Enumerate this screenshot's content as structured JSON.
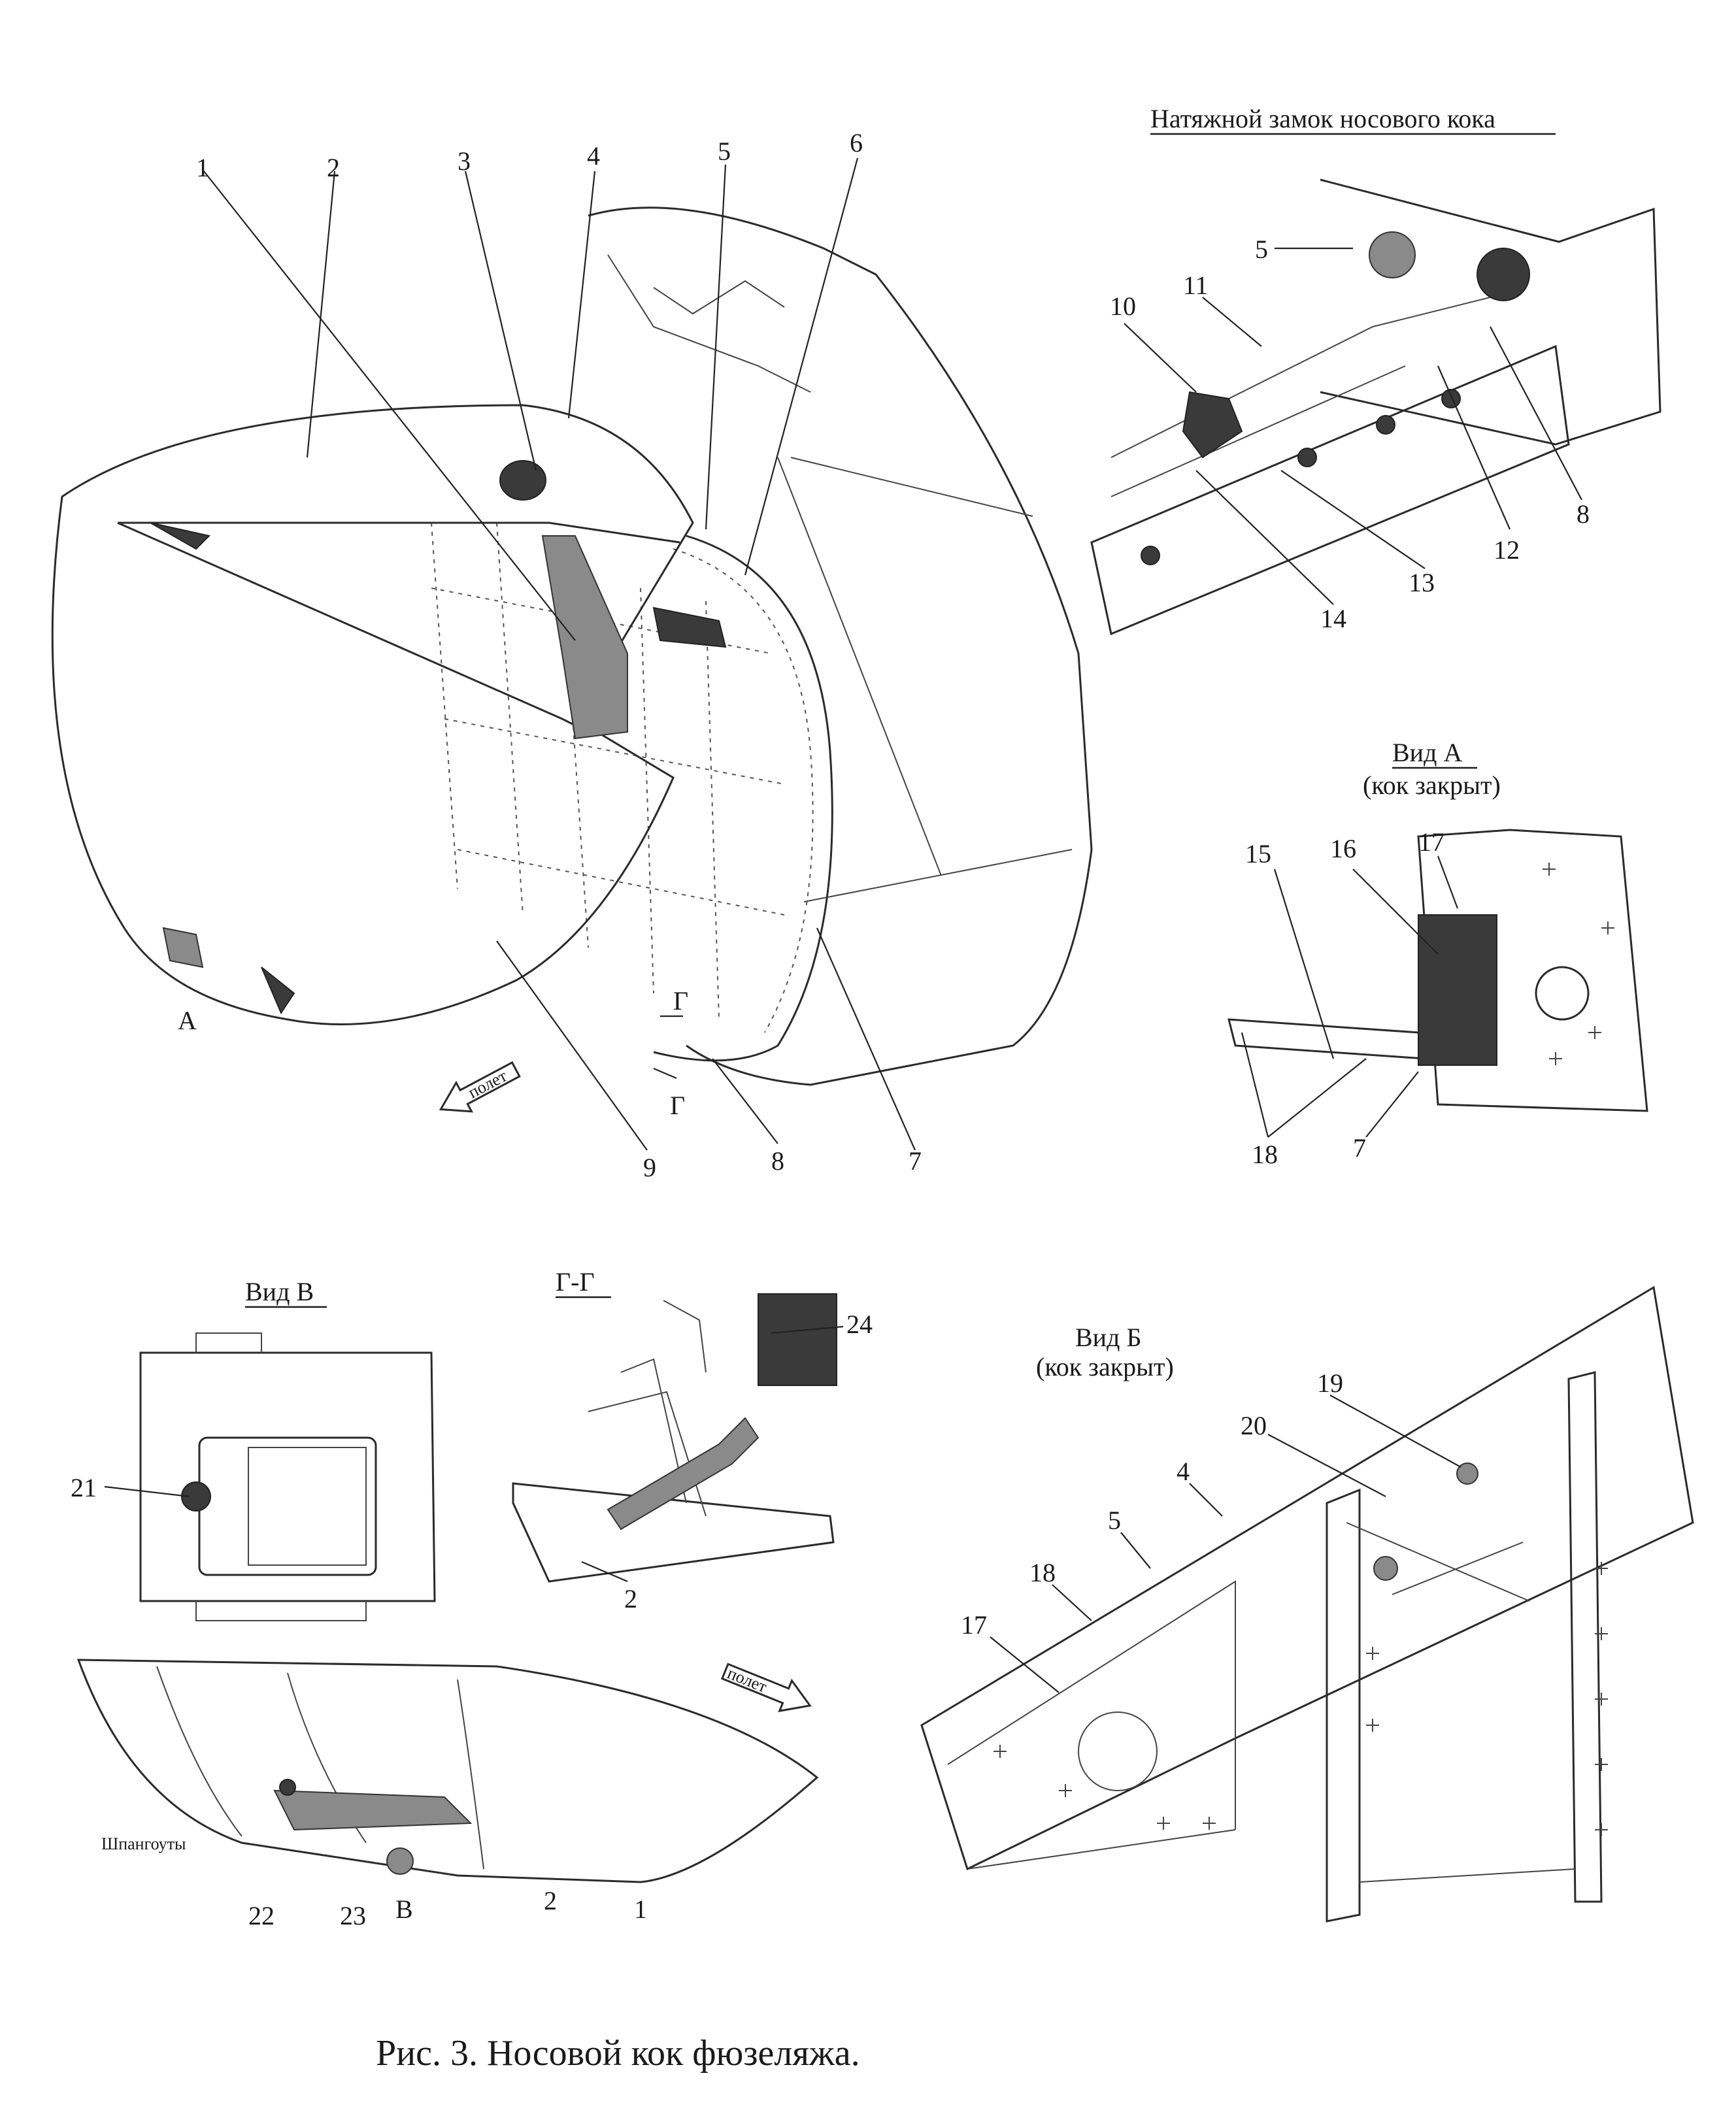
{
  "caption": "Рис. 3.  Носовой кок фюзеляжа.",
  "main_view": {
    "callouts": [
      "1",
      "2",
      "3",
      "4",
      "5",
      "6",
      "7",
      "8",
      "9"
    ],
    "view_marker_a": "A",
    "section_marker": "Г",
    "flight_arrow": "полет"
  },
  "tension_lock": {
    "title": "Натяжной замок носового кока",
    "callouts": [
      "5",
      "11",
      "10",
      "8",
      "12",
      "13",
      "14"
    ]
  },
  "view_a": {
    "title": "Вид А",
    "subtitle": "(кок закрыт)",
    "callouts": [
      "15",
      "16",
      "17",
      "18",
      "7"
    ]
  },
  "view_v": {
    "title": "Вид В",
    "callouts": [
      "21"
    ]
  },
  "section_gg": {
    "title": "Г-Г",
    "callouts": [
      "24",
      "2"
    ]
  },
  "view_b": {
    "title": "Вид Б",
    "subtitle": "(кок закрыт)",
    "callouts": [
      "19",
      "20",
      "4",
      "5",
      "18",
      "17"
    ]
  },
  "bottom_view": {
    "flight_arrow": "полет",
    "frames_label": "Шпангоуты",
    "callouts": [
      "22",
      "23",
      "В",
      "2",
      "1"
    ]
  }
}
